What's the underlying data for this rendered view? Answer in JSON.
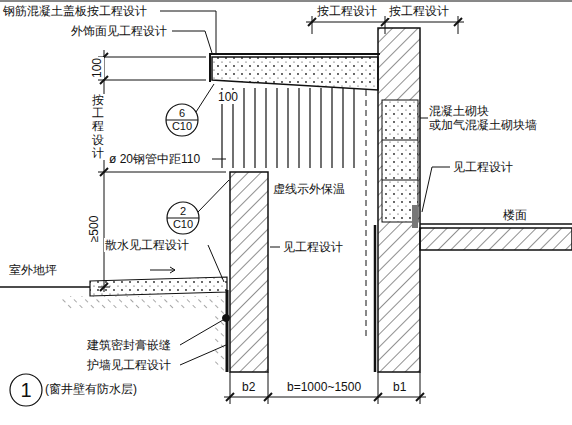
{
  "diagram": {
    "nodes": [
      {
        "text": [
          "6",
          "C10"
        ]
      },
      {
        "text": [
          "2",
          "C10"
        ]
      },
      {
        "text": [
          "1"
        ]
      }
    ],
    "labels": [
      "钢筋混凝土盖板按工程设计",
      "外饰面见工程设计",
      "按工程设计",
      "按工程设计",
      "100",
      "100",
      "按工程设计",
      "ø 20钢管中距110",
      "混凝土砌块 或加气混凝土砌块墙",
      "见工程设计",
      "楼面",
      "虚线示外保温",
      "≥500",
      "散水见工程设计",
      "室外地坪",
      "见工程设计",
      "建筑密封膏嵌缝",
      "护墙见工程设计",
      "b2",
      "b=1000~1500",
      "b1",
      "(窗井壁有防水层)"
    ]
  }
}
